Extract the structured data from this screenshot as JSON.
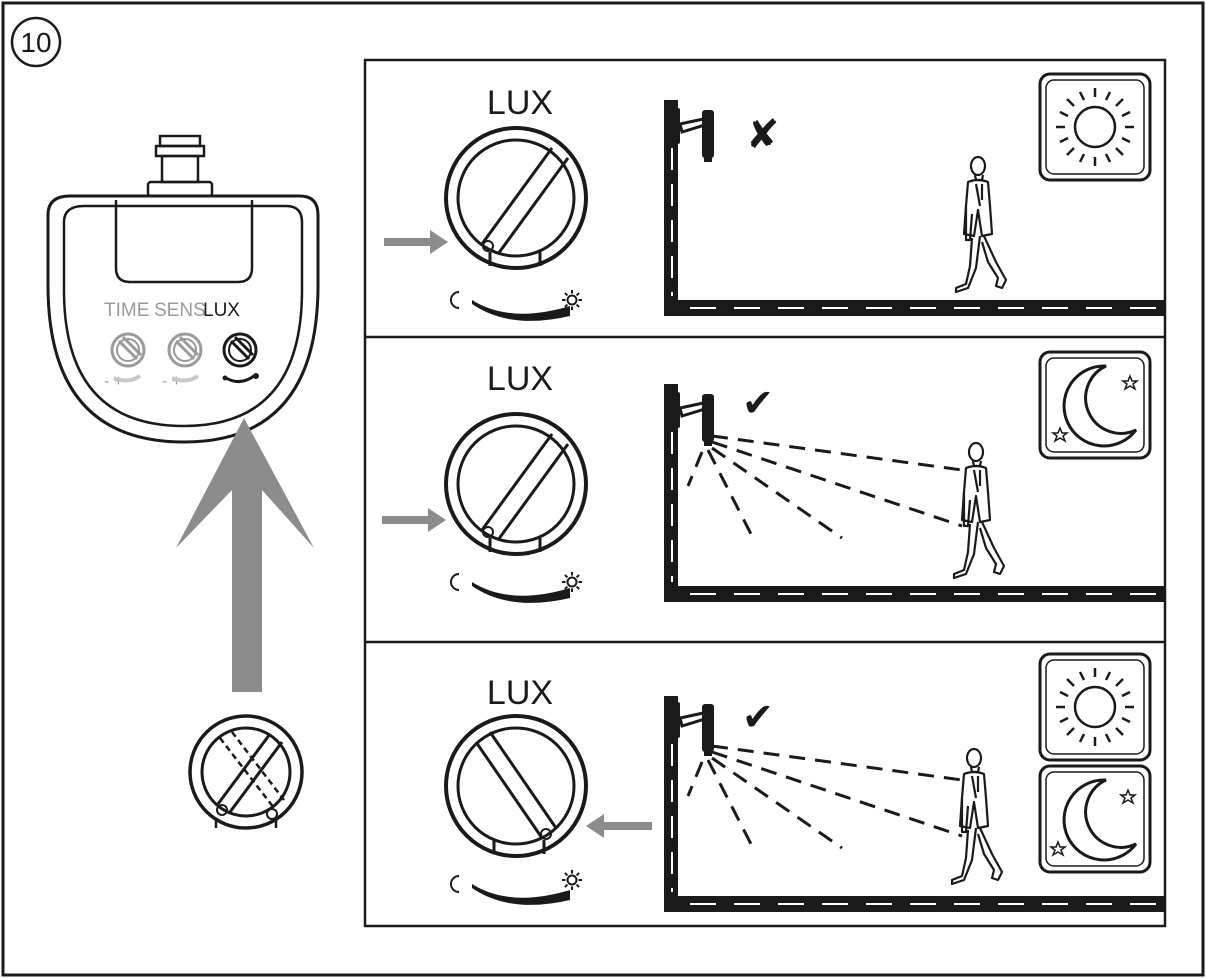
{
  "step_number": "10",
  "sensor": {
    "labels": {
      "time": "TIME",
      "sens": "SENS",
      "lux": "LUX"
    },
    "adjust_marks": {
      "time": "- +",
      "sens": "- +"
    }
  },
  "panels": [
    {
      "dial_label": "LUX",
      "dial_setting": "night",
      "result": "off",
      "result_mark": "✘",
      "daylight_icons": [
        "sun-icon"
      ]
    },
    {
      "dial_label": "LUX",
      "dial_setting": "night",
      "result": "on",
      "result_mark": "✔",
      "daylight_icons": [
        "moon-icon"
      ]
    },
    {
      "dial_label": "LUX",
      "dial_setting": "day",
      "result": "on",
      "result_mark": "✔",
      "daylight_icons": [
        "sun-icon",
        "moon-icon"
      ]
    }
  ],
  "colors": {
    "ink": "#1a1a1a",
    "arrow_gray": "#8c8c8c",
    "faded_gray": "#9a9a9a"
  }
}
